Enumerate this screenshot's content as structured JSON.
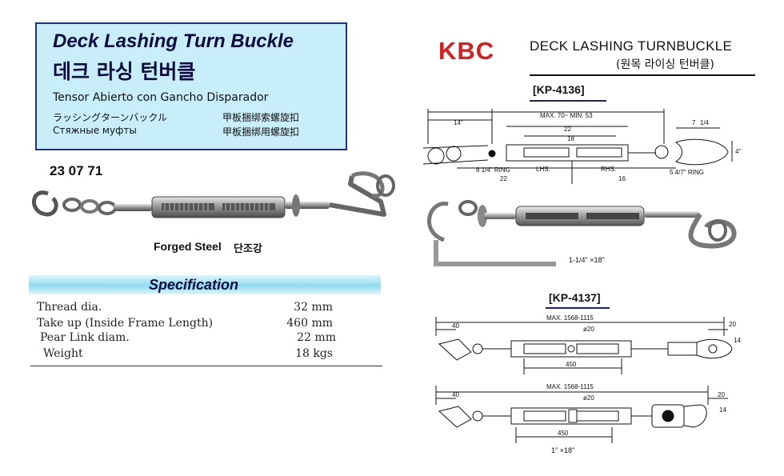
{
  "header": {
    "title_en": "Deck Lashing Turn Buckle",
    "title_ko": "데크 라싱 턴버클",
    "title_es": "Tensor Abierto con Gancho Disparador",
    "title_ja": "ラッシングターンバックル",
    "title_ru": "Стяжные муфты",
    "title_cn_1": "甲板捆绑索螺旋扣",
    "title_cn_2": "甲板捆绑用螺旋扣"
  },
  "item_code": "23 07 71",
  "material": {
    "en": "Forged Steel",
    "ko": "단조강"
  },
  "specification": {
    "title": "Specification",
    "rows": [
      {
        "label": "Thread dia.",
        "value": "32 mm"
      },
      {
        "label": "Take up (Inside Frame Length)",
        "value": "460 mm"
      },
      {
        "label": "Pear Link diam.",
        "value": "22 mm"
      },
      {
        "label": "Weight",
        "value": "18 kgs"
      }
    ]
  },
  "catalog": {
    "brand": "KBC",
    "title": "DECK LASHING TURNBUCKLE",
    "subtitle": "(원목 라이싱 턴버클)",
    "models": [
      {
        "code": "[KP-4136]",
        "dims": {
          "d14": "14\"",
          "max": "MAX. 70~ MIN. 53",
          "d22": "22",
          "d18": "18",
          "d7": "7",
          "d1over4": "1/4",
          "d4": "4\"",
          "ring_left": "8 1/4\" RING",
          "lhs": "LHS.",
          "rhs": "RHS.",
          "d22b": "22",
          "d16": "16",
          "ring_right": "5 4/7\" RING"
        },
        "photo_caption": "1-1/4\" ×18\""
      },
      {
        "code": "[KP-4137]",
        "dims": {
          "d40": "40",
          "max": "MAX. 1568-1115",
          "d20a": "ø20",
          "d20b": "20",
          "d14": "14",
          "d450": "450"
        }
      },
      {
        "dims": {
          "d40": "40",
          "max": "MAX. 1568-1115",
          "d20a": "ø20",
          "d20b": "20",
          "d14": "14",
          "d450": "450"
        },
        "caption": "1\" ×18\""
      }
    ]
  },
  "colors": {
    "title_bg": "#c8eefa",
    "title_border": "#1f2f8a",
    "brand": "#d42020",
    "spec_bar": "#8fdcf2"
  }
}
